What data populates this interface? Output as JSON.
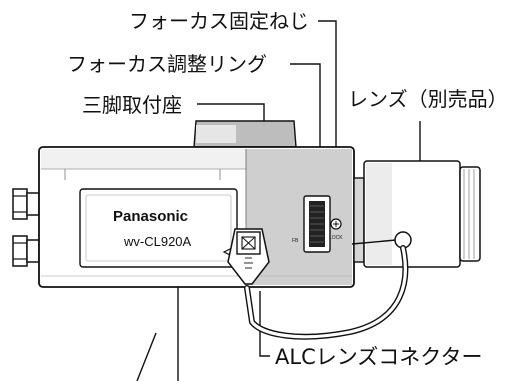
{
  "labels": {
    "focus_screw": "フォーカス固定ねじ",
    "focus_ring": "フォーカス調整リング",
    "tripod_mount": "三脚取付座",
    "lens": "レンズ（別売品）",
    "alc_connector": "ALCレンズコネクター"
  },
  "camera": {
    "brand": "Panasonic",
    "model": "wv-CL920A",
    "fb_mark": "FB",
    "lock_mark": "LOCK"
  }
}
